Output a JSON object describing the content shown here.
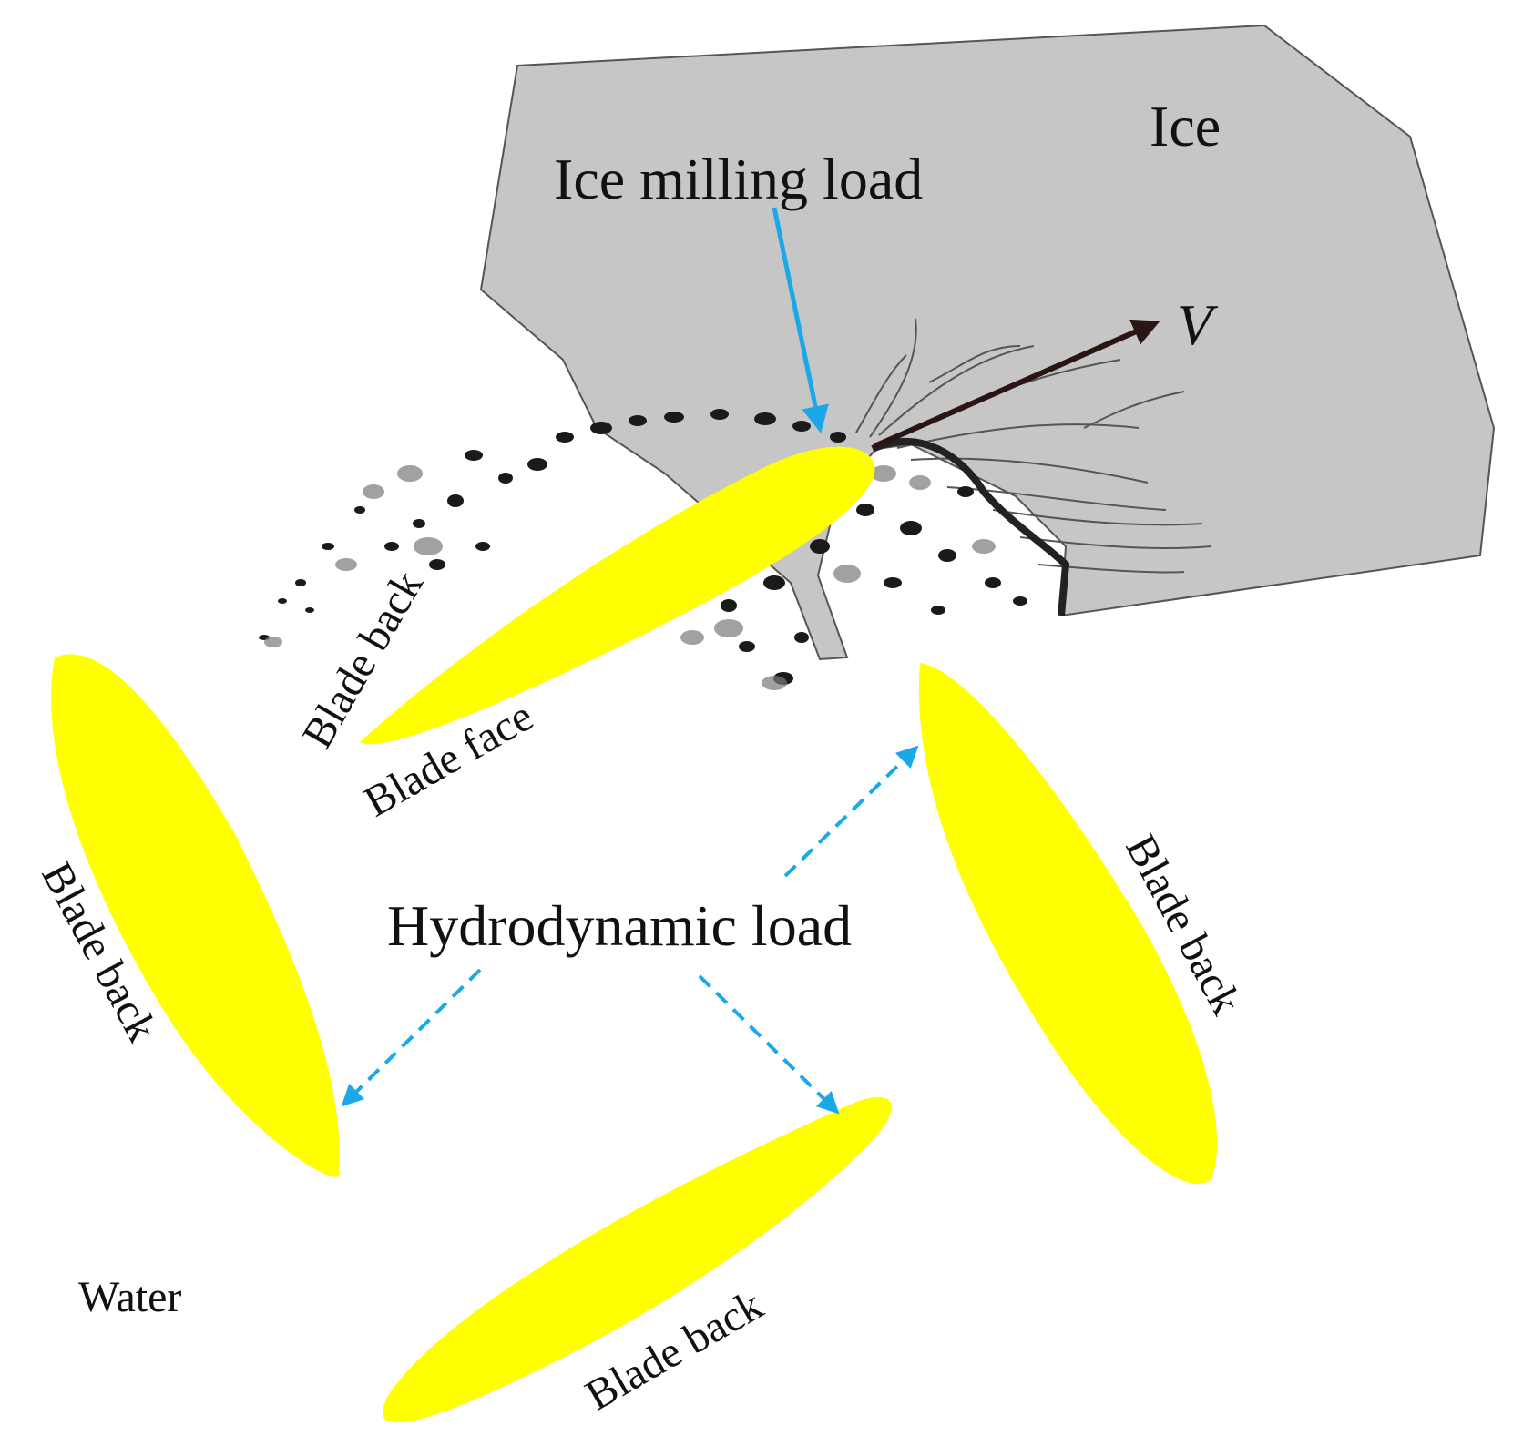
{
  "labels": {
    "ice": "Ice",
    "ice_milling_load": "Ice milling load",
    "velocity": "V",
    "hydrodynamic_load": "Hydrodynamic load",
    "water": "Water",
    "blade_back_top": "Blade back",
    "blade_face_top": "Blade face",
    "blade_back_left": "Blade back",
    "blade_back_right": "Blade back",
    "blade_back_bottom": "Blade back"
  },
  "colors": {
    "ice": "#c6c6c6",
    "blade": "#ffff00",
    "arrow_load": "#1aa8e8",
    "arrow_velocity": "#2a1414",
    "crack": "#555555",
    "debris": "#1a1a1a"
  }
}
